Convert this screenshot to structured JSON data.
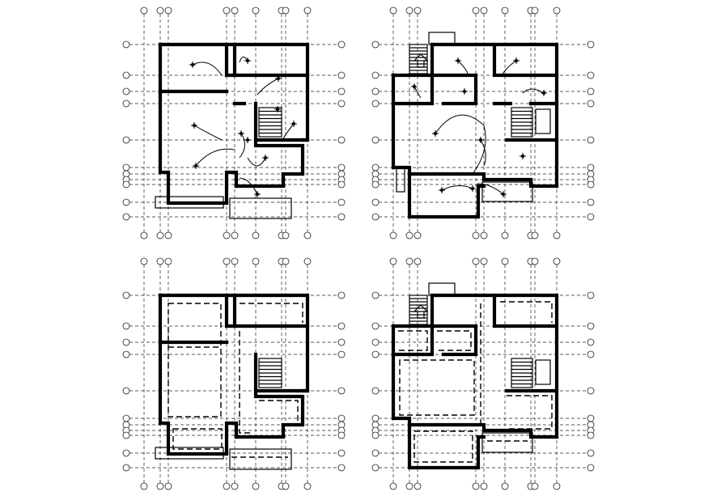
{
  "sheet": {
    "plans": [
      {
        "id": "upper-left-electrical-plan"
      },
      {
        "id": "upper-right-electrical-plan"
      },
      {
        "id": "lower-left-conduit-plan"
      },
      {
        "id": "lower-right-conduit-plan"
      }
    ],
    "colors": {
      "line": "#000000",
      "background": "#ffffff"
    },
    "icons": [
      "grid-bubble-icon",
      "light-fixture-icon",
      "stair-icon",
      "entry-arrow-icon"
    ]
  }
}
